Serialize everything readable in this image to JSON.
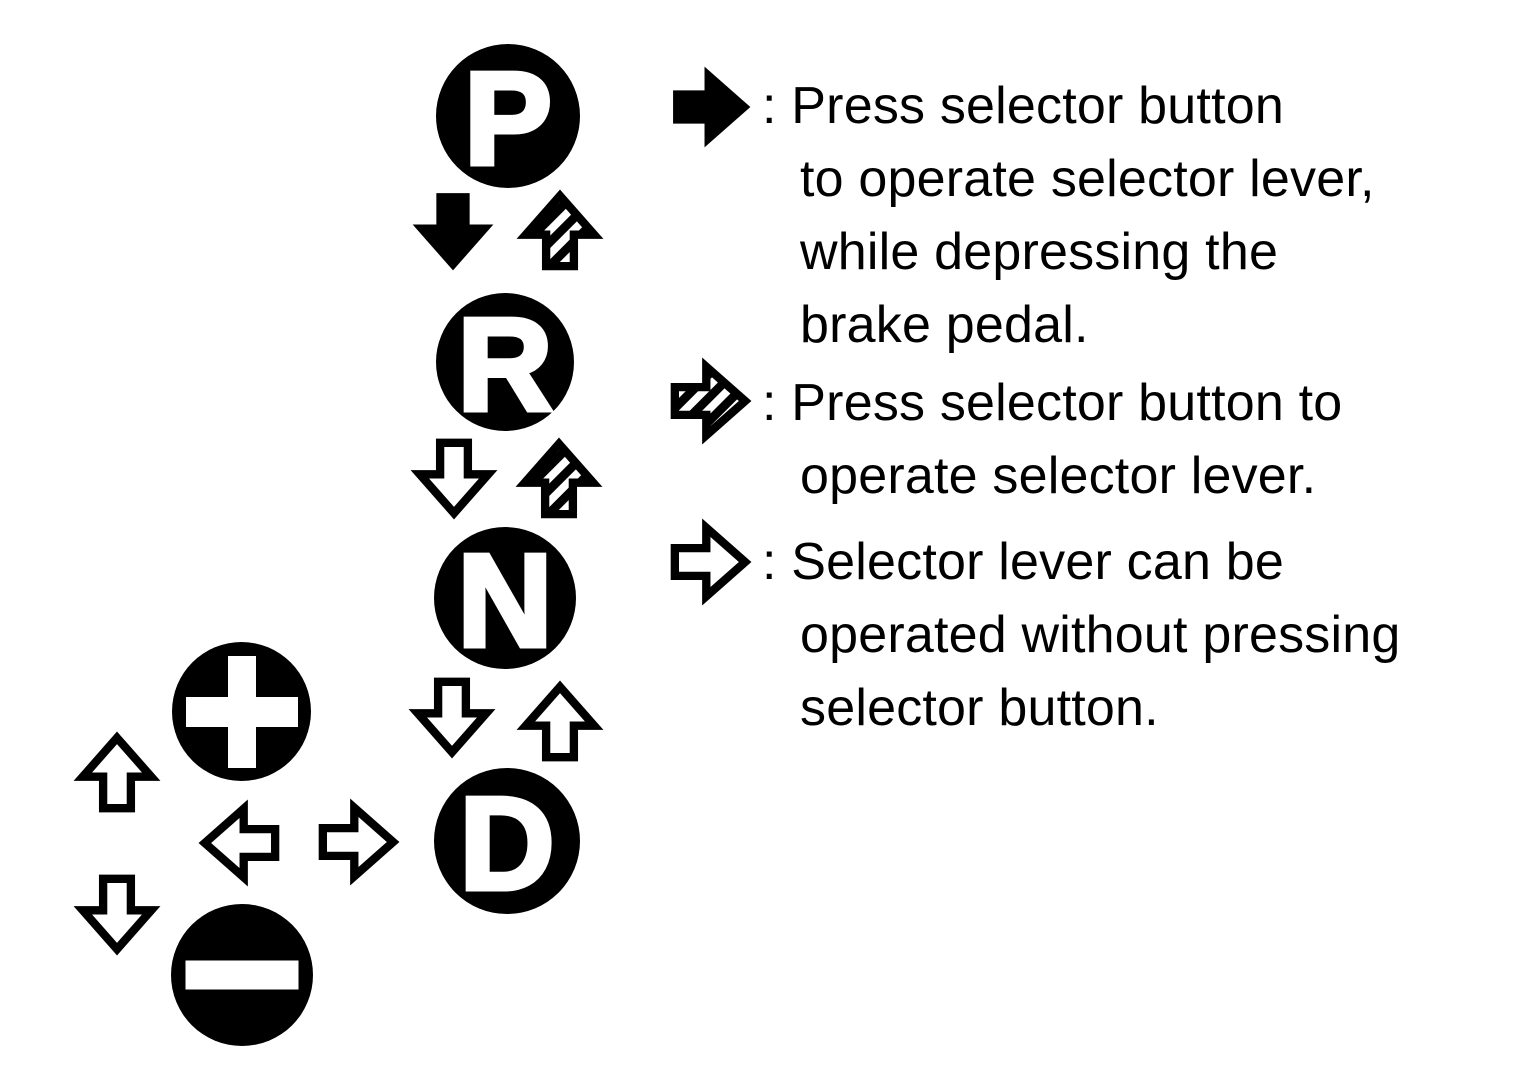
{
  "colors": {
    "ink": "#000000",
    "paper": "#ffffff"
  },
  "gears": {
    "park": "P",
    "reverse": "R",
    "neutral": "N",
    "drive": "D",
    "plus": "+",
    "minus": "−"
  },
  "legend": {
    "items": [
      {
        "icon": "solid-right-arrow",
        "lines": [
          ": Press selector button",
          "to operate selector lever,",
          "while depressing the",
          "brake pedal."
        ]
      },
      {
        "icon": "hatched-right-arrow",
        "lines": [
          ": Press selector button to",
          "operate selector lever."
        ]
      },
      {
        "icon": "outline-right-arrow",
        "lines": [
          ": Selector lever can be",
          "operated without pressing",
          "selector button."
        ]
      }
    ]
  }
}
